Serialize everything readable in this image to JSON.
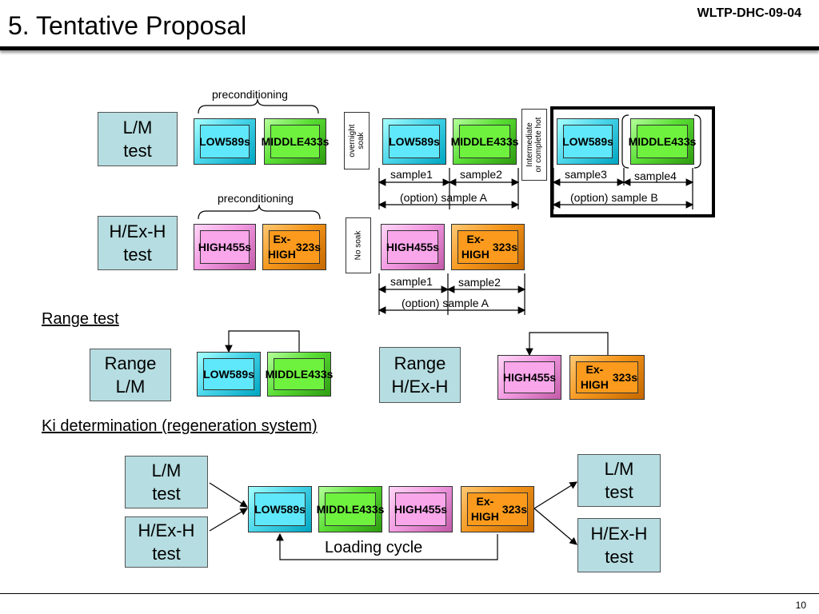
{
  "header": {
    "title": "5. Tentative Proposal",
    "doc_id": "WLTP-DHC-09-04",
    "page_number": "10"
  },
  "phases": {
    "low": {
      "name": "LOW",
      "duration": "589s"
    },
    "middle": {
      "name": "MIDDLE",
      "duration": "433s"
    },
    "high": {
      "name": "HIGH",
      "duration": "455s"
    },
    "exhigh": {
      "name": "Ex-HIGH",
      "duration": "323s"
    }
  },
  "lm_test": {
    "label": "L/M\ntest",
    "preconditioning": "preconditioning",
    "soak": "overnight\nsoak",
    "intermediate": "Intermediate\nor complete hot",
    "sample1": "sample1",
    "sample2": "sample2",
    "sample3": "sample3",
    "sample4": "sample4",
    "option_a": "(option) sample A",
    "option_b": "(option) sample B"
  },
  "hexh_test": {
    "label": "H/Ex-H\ntest",
    "preconditioning": "preconditioning",
    "soak": "No soak",
    "sample1": "sample1",
    "sample2": "sample2",
    "option_a": "(option) sample A"
  },
  "range_test": {
    "heading": "Range test",
    "range_lm": "Range\nL/M",
    "range_hexh": "Range\nH/Ex-H"
  },
  "ki": {
    "heading": "Ki determination (regeneration system)",
    "lm_test": "L/M\ntest",
    "hexh_test": "H/Ex-H\ntest",
    "loading_cycle": "Loading cycle"
  }
}
